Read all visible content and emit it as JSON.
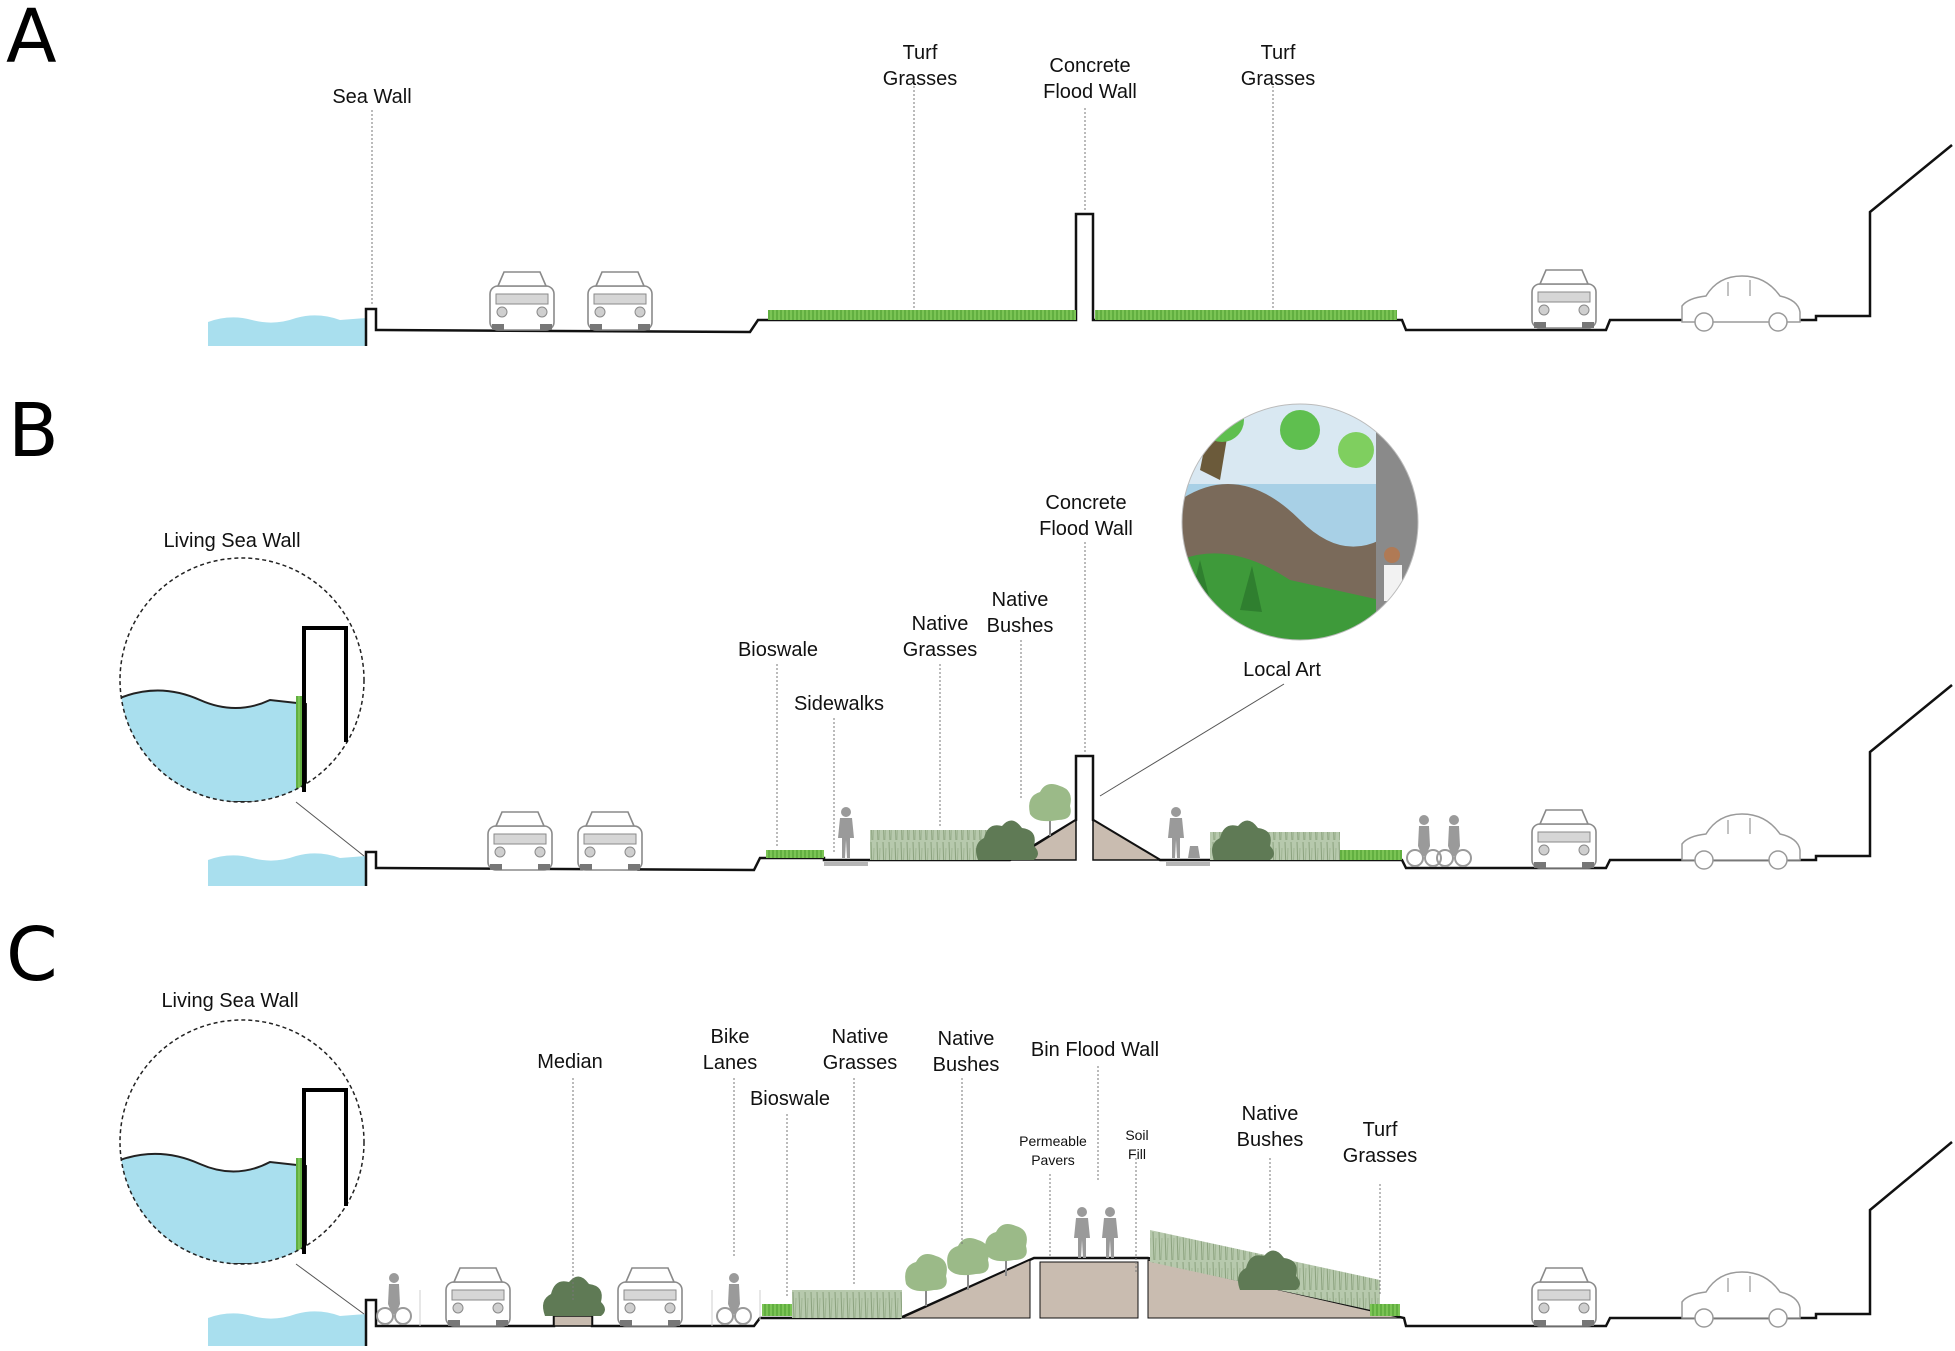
{
  "panels": [
    {
      "letter": "A",
      "labels": [
        "Sea Wall",
        "Turf\nGrasses",
        "Concrete\nFlood Wall",
        "Turf\nGrasses"
      ]
    },
    {
      "letter": "B",
      "labels": [
        "Living Sea Wall",
        "Bioswale",
        "Sidewalks",
        "Native\nGrasses",
        "Native\nBushes",
        "Concrete\nFlood Wall",
        "Local Art"
      ]
    },
    {
      "letter": "C",
      "labels": [
        "Living Sea Wall",
        "Median",
        "Bike\nLanes",
        "Bioswale",
        "Native\nGrasses",
        "Native\nBushes",
        "Bin Flood Wall",
        "Permeable\nPavers",
        "Soil\nFill",
        "Native\nBushes",
        "Turf\nGrasses"
      ]
    }
  ],
  "colors": {
    "water": "#a9dfee",
    "turf": "#6abf45",
    "native_grass": "#8fae84",
    "bush": "#5f7a55",
    "tree": "#9bba88",
    "soil": "#c9bcb0",
    "vehicle": "#888888",
    "people": "#9a9a9a",
    "ground_line": "#111111"
  },
  "icons": [
    "car-icon",
    "pedestrian-icon",
    "cyclist-icon",
    "dog-icon",
    "tree-icon",
    "bush-icon",
    "mural-image"
  ]
}
